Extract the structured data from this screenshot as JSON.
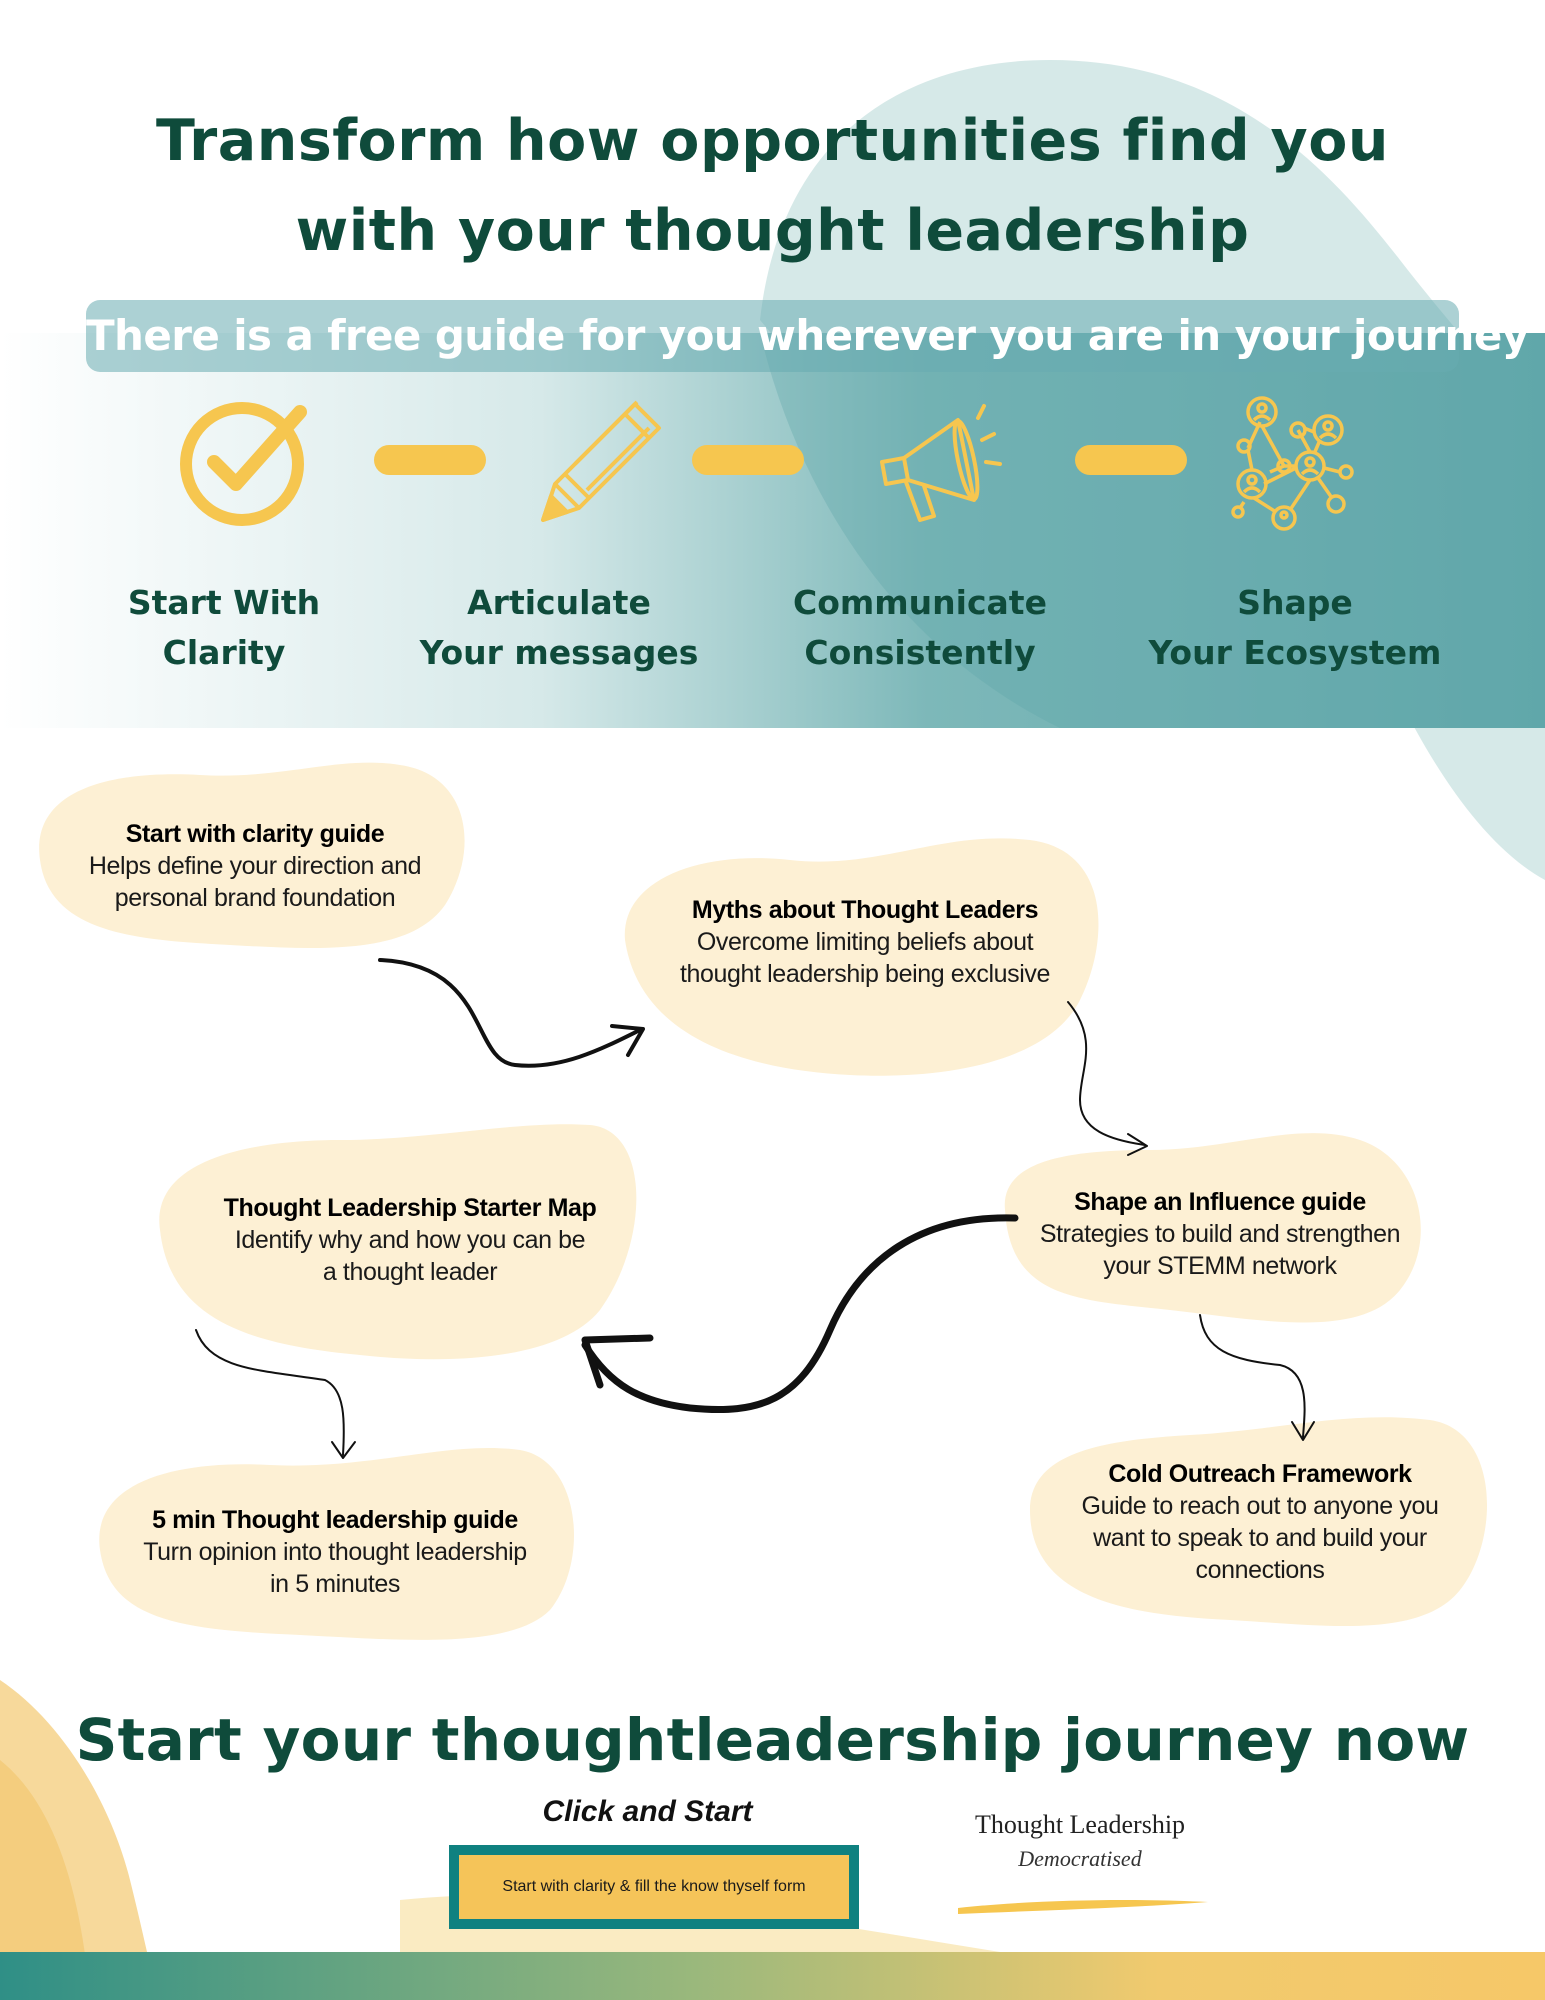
{
  "title": {
    "line1": "Transform how opportunities find you",
    "line2": "with your thought leadership"
  },
  "banner": {
    "text": "There is a free guide for you wherever you are in your journey"
  },
  "steps": [
    {
      "line1": "Start With",
      "line2": "Clarity",
      "icon": "checkmark-circle-icon"
    },
    {
      "line1": "Articulate",
      "line2": "Your messages",
      "icon": "pencil-icon"
    },
    {
      "line1": "Communicate",
      "line2": "Consistently",
      "icon": "megaphone-icon"
    },
    {
      "line1": "Shape",
      "line2": "Your Ecosystem",
      "icon": "network-icon"
    }
  ],
  "guides": {
    "clarity": {
      "title": "Start with clarity guide",
      "lines": [
        "Helps define your direction and",
        "personal brand foundation"
      ]
    },
    "myths": {
      "title": "Myths about Thought Leaders",
      "lines": [
        "Overcome limiting beliefs about",
        "thought leadership being exclusive"
      ]
    },
    "influence": {
      "title": "Shape an Influence guide",
      "lines": [
        "Strategies to build and strengthen",
        "your STEMM network"
      ]
    },
    "starter_map": {
      "title": "Thought Leadership Starter Map",
      "lines": [
        "Identify why and how you can be",
        "a thought leader"
      ]
    },
    "five_min": {
      "title": "5 min Thought leadership guide",
      "lines": [
        "Turn opinion into thought leadership",
        "in 5 minutes"
      ]
    },
    "cold_outreach": {
      "title": "Cold Outreach Framework",
      "lines": [
        "Guide to reach out to anyone you",
        "want to speak to and build your",
        "connections"
      ]
    }
  },
  "cta": {
    "heading": "Start your thoughtleadership journey now",
    "click_label": "Click and Start",
    "button_label": "Start with clarity & fill the know thyself form"
  },
  "logo": {
    "line1": "Thought Leadership",
    "line2": "Democratised"
  },
  "colors": {
    "dark_green": "#0f4b3b",
    "teal": "#68acb0",
    "yellow": "#f6c64f",
    "cream": "#fdf0d4",
    "button_border": "#0f8180",
    "button_fill": "#f5c459"
  }
}
